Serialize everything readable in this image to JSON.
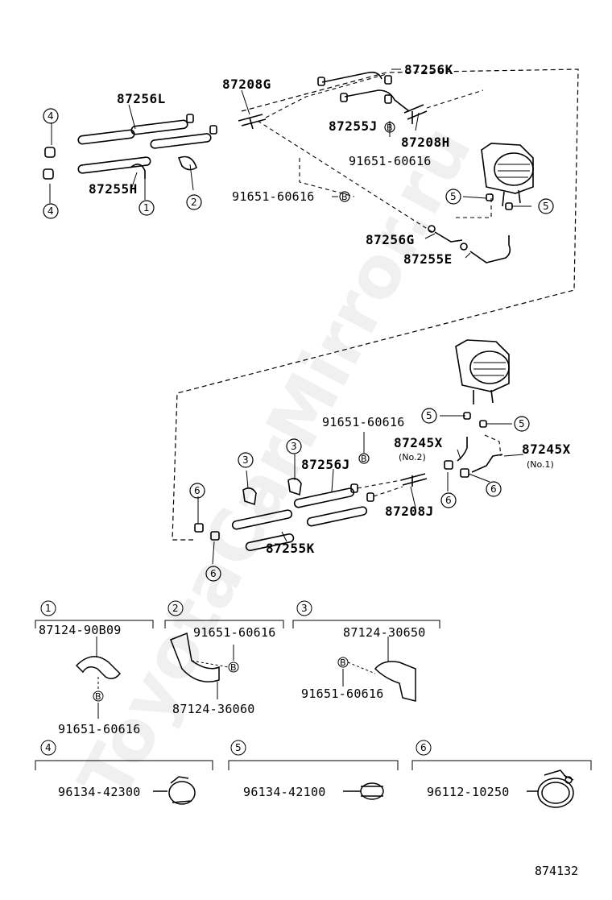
{
  "watermark": "ToyotaCarMirror.ru",
  "figure_number": "874132",
  "part_labels": {
    "p87256L": "87256L",
    "p87208G": "87208G",
    "p87256K": "87256K",
    "p87255J": "87255J",
    "p87208H": "87208H",
    "p91651_top": "91651-60616",
    "p87255H": "87255H",
    "p91651_mid": "91651-60616",
    "p87256G": "87256G",
    "p87255E": "87255E",
    "p91651_low": "91651-60616",
    "p87245X_no2": "87245X",
    "p87245X_no1": "87245X",
    "p87256J": "87256J",
    "p87208J": "87208J",
    "p87255K": "87255K"
  },
  "notes": {
    "no2": "(No.2)",
    "no1": "(No.1)"
  },
  "bolt_mark": "B",
  "callouts": {
    "c1": "1",
    "c2": "2",
    "c3": "3",
    "c4": "4",
    "c5": "5",
    "c6": "6"
  },
  "detail_boxes": [
    {
      "num": "1",
      "parts": [
        "87124-90B09",
        "91651-60616"
      ]
    },
    {
      "num": "2",
      "parts": [
        "91651-60616",
        "87124-36060"
      ]
    },
    {
      "num": "3",
      "parts": [
        "87124-30650",
        "91651-60616"
      ]
    },
    {
      "num": "4",
      "parts": [
        "96134-42300"
      ]
    },
    {
      "num": "5",
      "parts": [
        "96134-42100"
      ]
    },
    {
      "num": "6",
      "parts": [
        "96112-10250"
      ]
    }
  ]
}
